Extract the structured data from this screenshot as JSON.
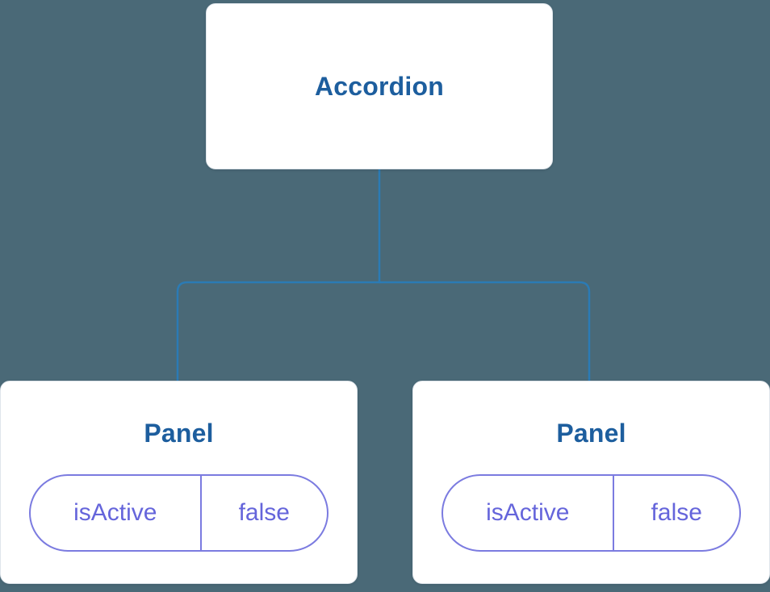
{
  "tree": {
    "root": {
      "label": "Accordion"
    },
    "children": [
      {
        "label": "Panel",
        "state": {
          "key": "isActive",
          "value": "false"
        }
      },
      {
        "label": "Panel",
        "state": {
          "key": "isActive",
          "value": "false"
        }
      }
    ]
  },
  "colors": {
    "background": "#4A6977",
    "node_fill": "#FFFFFF",
    "node_border": "#DFE5EB",
    "label_text": "#1D5E9E",
    "pill_text": "#6565DB",
    "pill_border": "#7B7BE0",
    "connector": "#2B7BB5"
  }
}
